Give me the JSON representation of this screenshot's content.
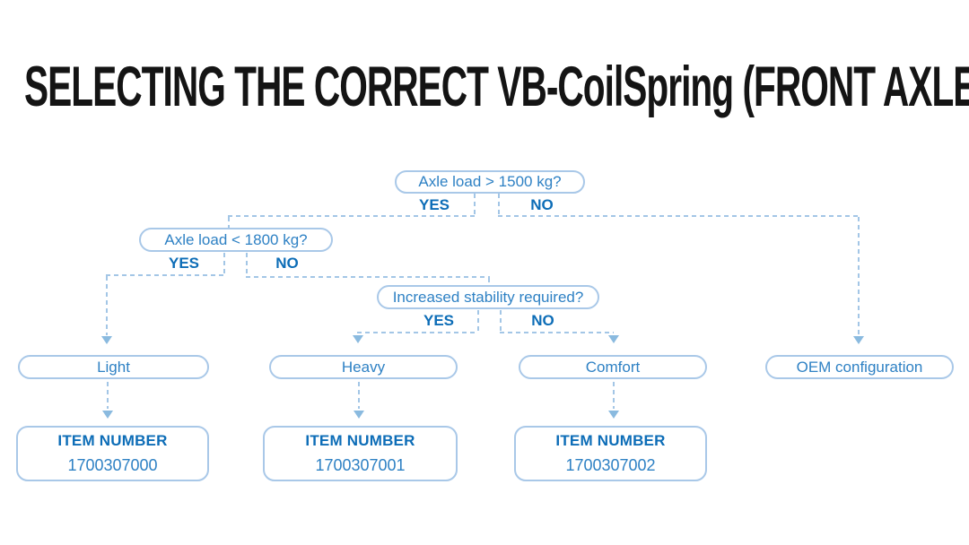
{
  "title": "SELECTING THE CORRECT VB-CoilSpring (FRONT AXLE)",
  "colors": {
    "title_color": "#141414",
    "text_blue": "#2e81c4",
    "bold_blue": "#0d6db7",
    "line_color": "#a9c8e8",
    "dash_color": "#a3c6e6",
    "arrow_color": "#8abadf",
    "background": "#ffffff"
  },
  "flowchart": {
    "decisions": [
      {
        "question": "Axle load > 1500 kg?",
        "yes_label": "YES",
        "no_label": "NO"
      },
      {
        "question": "Axle load < 1800 kg?",
        "yes_label": "YES",
        "no_label": "NO"
      },
      {
        "question": "Increased stability required?",
        "yes_label": "YES",
        "no_label": "NO"
      }
    ],
    "options": [
      {
        "label": "Light"
      },
      {
        "label": "Heavy"
      },
      {
        "label": "Comfort"
      },
      {
        "label": "OEM configuration"
      }
    ],
    "item_boxes": [
      {
        "heading": "ITEM NUMBER",
        "number": "1700307000"
      },
      {
        "heading": "ITEM NUMBER",
        "number": "1700307001"
      },
      {
        "heading": "ITEM NUMBER",
        "number": "1700307002"
      }
    ]
  }
}
